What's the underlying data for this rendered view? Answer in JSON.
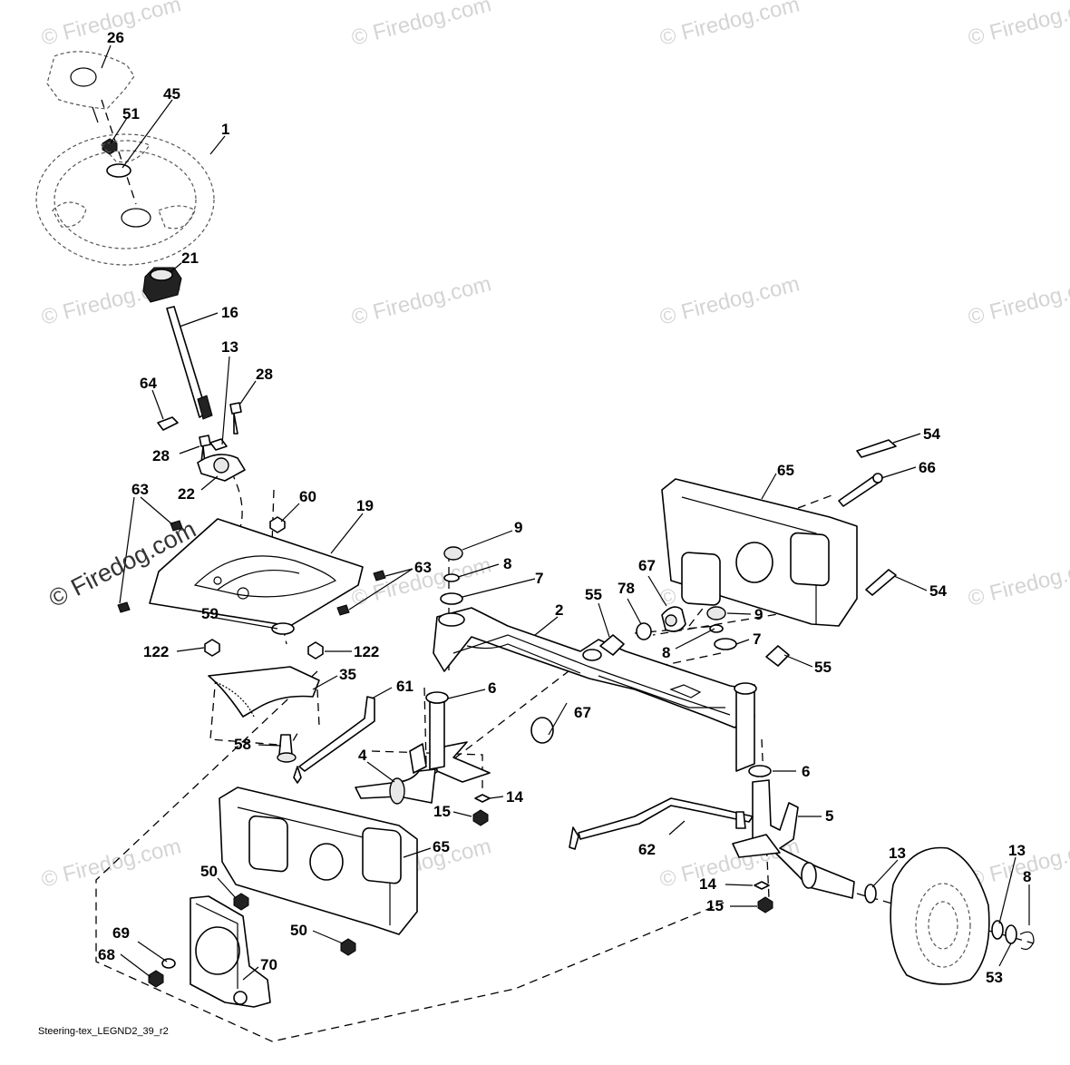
{
  "watermark": {
    "text": "© Firedog.com",
    "color": "#d4d4d4"
  },
  "caption": "Steering-tex_LEGND2_39_r2",
  "parts": [
    {
      "id": "26"
    },
    {
      "id": "45"
    },
    {
      "id": "51"
    },
    {
      "id": "1"
    },
    {
      "id": "21"
    },
    {
      "id": "16"
    },
    {
      "id": "13"
    },
    {
      "id": "28"
    },
    {
      "id": "64"
    },
    {
      "id": "22"
    },
    {
      "id": "63"
    },
    {
      "id": "60"
    },
    {
      "id": "19"
    },
    {
      "id": "59"
    },
    {
      "id": "122"
    },
    {
      "id": "35"
    },
    {
      "id": "58"
    },
    {
      "id": "61"
    },
    {
      "id": "4"
    },
    {
      "id": "6"
    },
    {
      "id": "14"
    },
    {
      "id": "15"
    },
    {
      "id": "9"
    },
    {
      "id": "8"
    },
    {
      "id": "7"
    },
    {
      "id": "2"
    },
    {
      "id": "55"
    },
    {
      "id": "78"
    },
    {
      "id": "67"
    },
    {
      "id": "65"
    },
    {
      "id": "66"
    },
    {
      "id": "54"
    },
    {
      "id": "5"
    },
    {
      "id": "62"
    },
    {
      "id": "53"
    },
    {
      "id": "50"
    },
    {
      "id": "69"
    },
    {
      "id": "68"
    },
    {
      "id": "70"
    }
  ],
  "callouts": {
    "c26": "26",
    "c45": "45",
    "c51": "51",
    "c1": "1",
    "c21": "21",
    "c16": "16",
    "c13a": "13",
    "c28a": "28",
    "c64": "64",
    "c28b": "28",
    "c22": "22",
    "c63a": "63",
    "c60": "60",
    "c19": "19",
    "c63b": "63",
    "c59": "59",
    "c122a": "122",
    "c122b": "122",
    "c35": "35",
    "c58": "58",
    "c61": "61",
    "c4": "4",
    "c6a": "6",
    "c14a": "14",
    "c15a": "15",
    "c9a": "9",
    "c8a": "8",
    "c7a": "7",
    "c2": "2",
    "c55a": "55",
    "c78": "78",
    "c67a": "67",
    "c8b": "8",
    "c9b": "9",
    "c7b": "7",
    "c55b": "55",
    "c67b": "67",
    "c65a": "65",
    "c66": "66",
    "c54a": "54",
    "c54b": "54",
    "c6b": "6",
    "c5": "5",
    "c62": "62",
    "c13b": "13",
    "c13c": "13",
    "c8c": "8",
    "c14b": "14",
    "c15b": "15",
    "c53": "53",
    "c65b": "65",
    "c50a": "50",
    "c50b": "50",
    "c69": "69",
    "c68": "68",
    "c70": "70"
  }
}
